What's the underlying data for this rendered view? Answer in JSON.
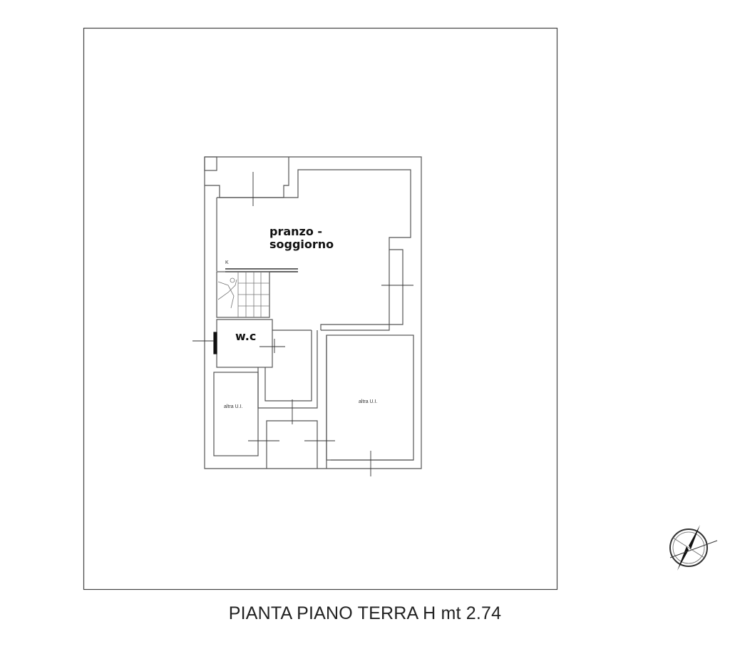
{
  "rooms": {
    "living": {
      "line1": "pranzo -",
      "line2": "soggiorno"
    },
    "wc": "w.c",
    "other_left": "altra U.I.",
    "other_right": "altra U.I.",
    "k_mark": "K"
  },
  "title": "PIANTA PIANO TERRA H mt 2.74",
  "compass": {
    "icon": "north-arrow-icon"
  }
}
